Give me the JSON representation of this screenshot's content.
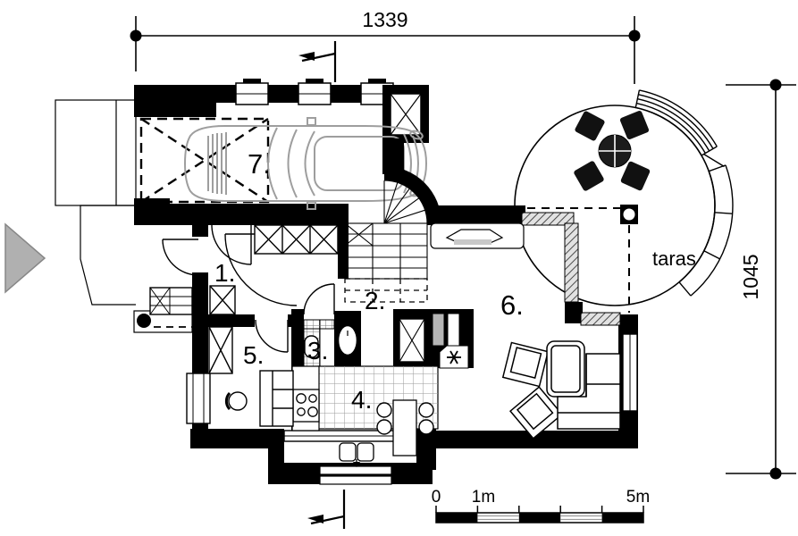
{
  "plan": {
    "title": "house-ground-floor-plan",
    "dimensions": {
      "width_top": "1339",
      "height_right": "1045"
    },
    "room_labels": [
      "1.",
      "2.",
      "3.",
      "4.",
      "5.",
      "6.",
      "7."
    ],
    "terrace_label": "taras",
    "scale_bar": {
      "start": "0",
      "first": "1m",
      "last": "5m"
    },
    "colors": {
      "wall": "#000000",
      "entrance_arrow": "#b0b0b0",
      "entrance_arrow_stroke": "#878787",
      "car_outline": "#9e9e9e",
      "appliance_gray": "#b5b5b5",
      "tile_line": "#9a9a9a",
      "background": "#ffffff"
    }
  }
}
